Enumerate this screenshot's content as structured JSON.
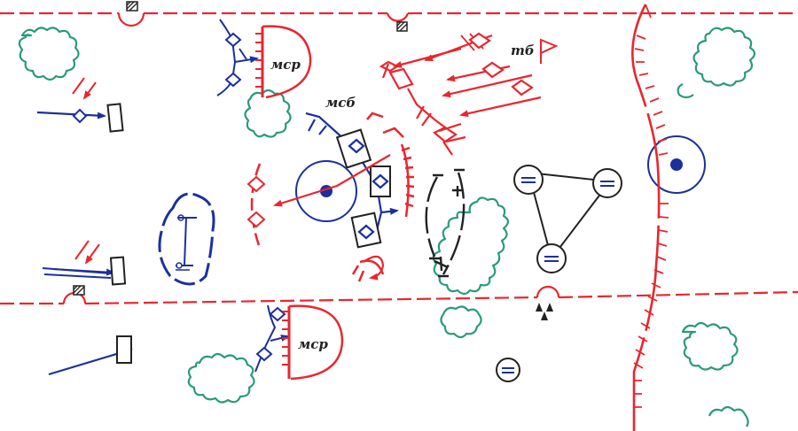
{
  "map": {
    "colors": {
      "own_forces": "#1c2f9e",
      "enemy_forces": "#e8262f",
      "forest": "#2a9a78",
      "neutral": "#222222",
      "background": "#ffffff"
    },
    "labels": {
      "msr_top": "мср",
      "msr_bottom": "мср",
      "msb": "мсб",
      "tb": "тб"
    },
    "symbols": {
      "flag": "flag-icon",
      "nuclear_strike": "nuclear-burst-icon",
      "hatched_square": "hatched-square-icon"
    }
  }
}
